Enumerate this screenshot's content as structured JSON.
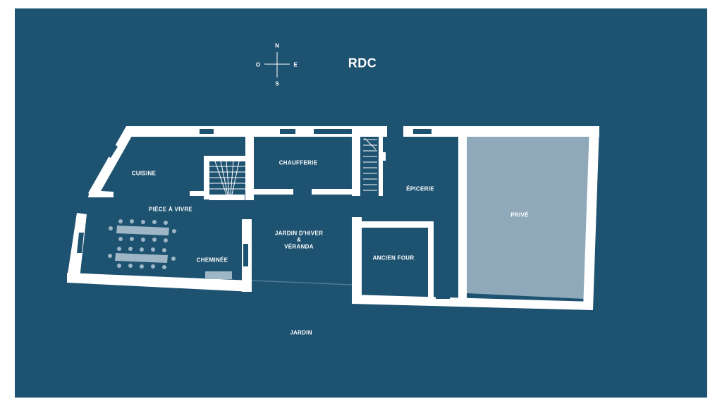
{
  "title": "RDC",
  "compass": {
    "n": "N",
    "s": "S",
    "e": "E",
    "o": "O"
  },
  "rooms": {
    "cuisine": "CUISINE",
    "chaufferie": "CHAUFFERIE",
    "epicerie": "ÉPICERIE",
    "piece_a_vivre": "PIÈCE À VIVRE",
    "jardin_hiver_line1": "JARDIN D'HIVER",
    "jardin_hiver_line2": "&",
    "jardin_hiver_line3": "VÉRANDA",
    "cheminee": "CHEMINÉE",
    "ancien_four": "ANCIEN FOUR",
    "prive": "PRIVÉ",
    "jardin": "JARDIN"
  },
  "colors": {
    "background": "#1d5270",
    "walls": "#ffffff",
    "private_area": "#8fa9bb",
    "furniture": "#9fb6c6"
  }
}
